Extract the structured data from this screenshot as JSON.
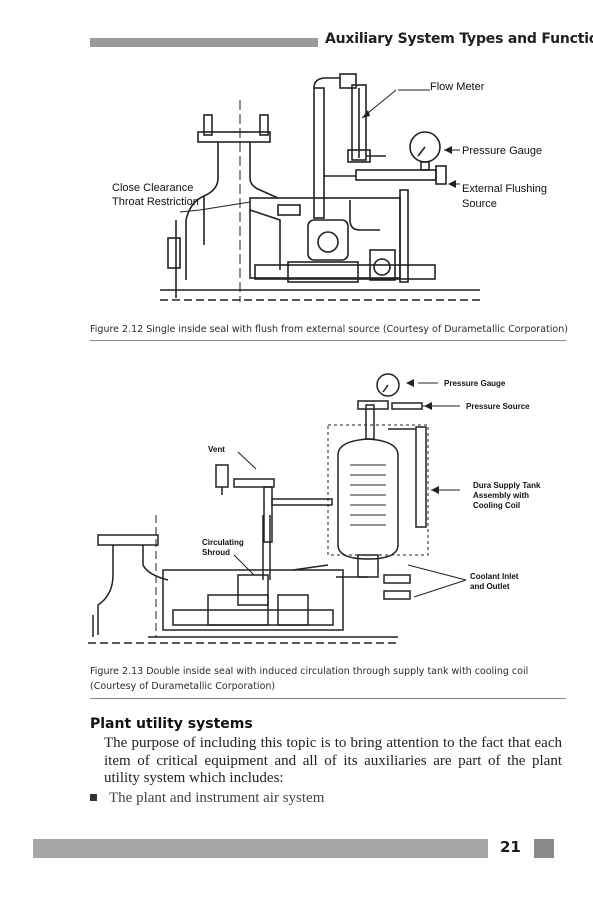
{
  "header": {
    "title": "Auxiliary System Types and Functions"
  },
  "figure_2_12": {
    "labels": {
      "flow_meter": "Flow Meter",
      "pressure_gauge": "Pressure Gauge",
      "external_flushing_1": "External Flushing",
      "external_flushing_2": "Source",
      "close_clearance_1": "Close Clearance",
      "close_clearance_2": "Throat Restriction"
    },
    "caption": "Figure 2.12 Single inside seal with flush from external source (Courtesy of Durametallic Corporation)"
  },
  "figure_2_13": {
    "labels": {
      "pressure_gauge": "Pressure Gauge",
      "pressure_source": "Pressure Source",
      "vent": "Vent",
      "dura_supply_1": "Dura Supply Tank",
      "dura_supply_2": "Assembly with",
      "dura_supply_3": "Cooling Coil",
      "circulating_1": "Circulating",
      "circulating_2": "Shroud",
      "coolant_1": "Coolant Inlet",
      "coolant_2": "and Outlet"
    },
    "caption_line1": "Figure 2.13 Double inside seal with induced circulation through supply tank with cooling coil",
    "caption_line2": "(Courtesy of Durametallic Corporation)"
  },
  "section": {
    "heading": "Plant utility systems",
    "paragraph": "The purpose of including this topic is to bring attention to the fact that each item of critical equipment and all of its auxiliaries are part of the plant utility system which includes:",
    "bullets": [
      "The plant and instrument air system"
    ]
  },
  "footer": {
    "page_number": "21"
  }
}
